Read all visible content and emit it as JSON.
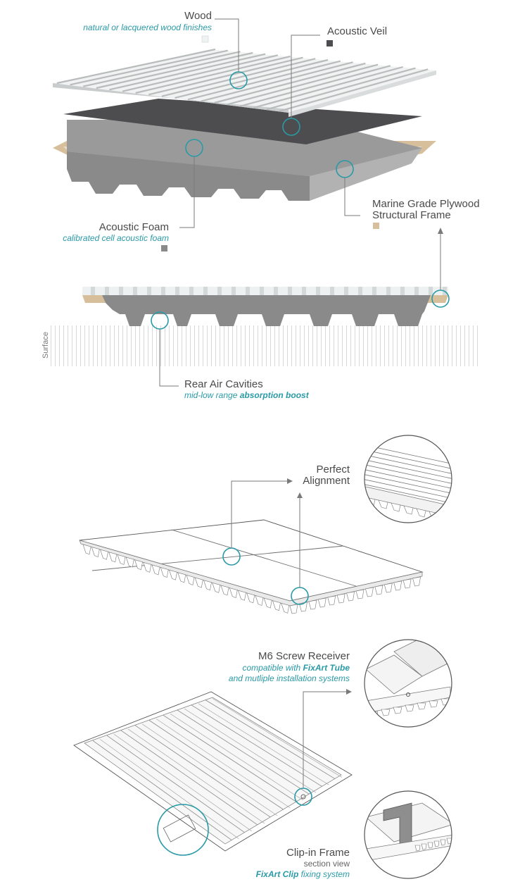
{
  "labels": {
    "wood": "Wood",
    "wood_sub": "natural or lacquered wood finishes",
    "veil": "Acoustic Veil",
    "plywood_1": "Marine Grade Plywood",
    "plywood_2": "Structural Frame",
    "foam": "Acoustic Foam",
    "foam_sub": "calibrated cell acoustic foam",
    "surface": "Surface",
    "cavities": "Rear Air Cavities",
    "cavities_sub_1": "mid-low range ",
    "cavities_sub_2": "absorption boost",
    "alignment_1": "Perfect",
    "alignment_2": "Alignment",
    "screw": "M6 Screw Receiver",
    "screw_sub_1": "compatible with ",
    "screw_sub_2": "FixArt Tube",
    "screw_sub_3": "and mutliple installation systems",
    "clip": "Clip-in Frame",
    "clip_sub_1": "section view",
    "clip_sub_2": "FixArt Clip",
    "clip_sub_3": " fixing system"
  },
  "colors": {
    "accent": "#2a9aa7",
    "wood_slat": "#e6e9e9",
    "veil": "#4d4d4f",
    "foam": "#8a8a8a",
    "plywood": "#d7bf9c"
  },
  "swatches": [
    "wood-swatch",
    "veil-swatch",
    "plywood-swatch",
    "foam-swatch"
  ]
}
